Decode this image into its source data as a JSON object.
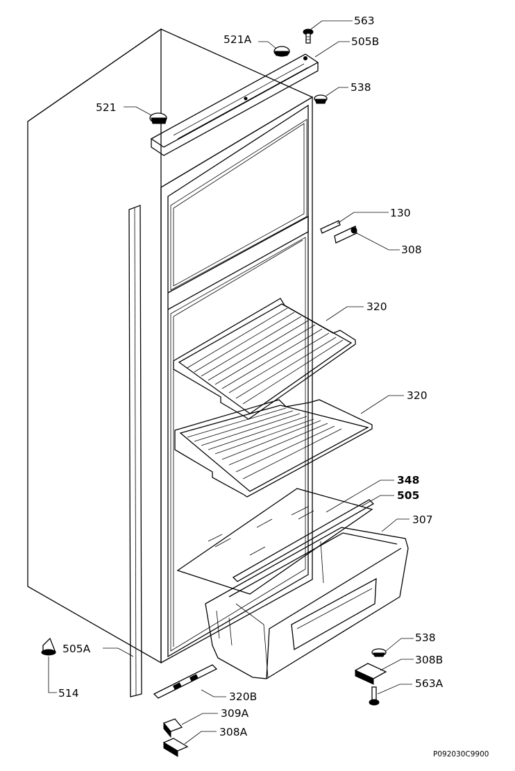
{
  "labels": {
    "l563": "563",
    "l521A": "521A",
    "l505B": "505B",
    "l538_top": "538",
    "l521": "521",
    "l130": "130",
    "l308": "308",
    "l320_upper": "320",
    "l320_lower": "320",
    "l348": "348",
    "l505": "505",
    "l307": "307",
    "l538_bottom": "538",
    "l308B": "308B",
    "l563A": "563A",
    "l505A": "505A",
    "l514": "514",
    "l320B": "320B",
    "l309A": "309A",
    "l308A": "308A"
  },
  "drawing_code": "P092030C9900"
}
